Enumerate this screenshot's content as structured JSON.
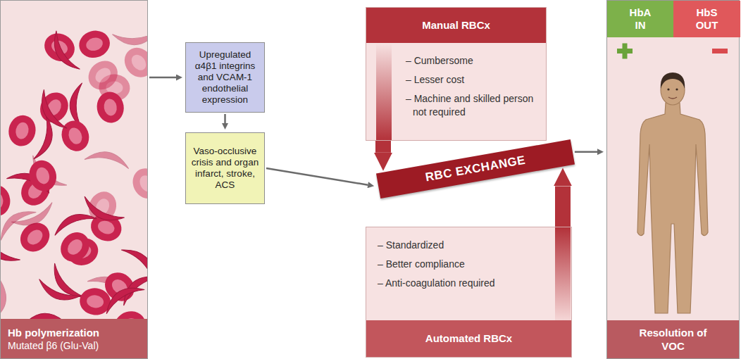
{
  "diagram": {
    "nodes": [
      {
        "text": [
          "Hb polymerization",
          "Mutated β6 (Glu-Val)"
        ]
      },
      {
        "text": [
          "Upregulated α4β1 integrins and VCAM-1 endothelial expression"
        ]
      },
      {
        "text": [
          "Vaso-occlusive crisis and organ infarct, stroke, ACS"
        ]
      },
      {
        "text": [
          "Manual RBCx",
          "– Cumbersome",
          "– Lesser cost",
          "– Machine and skilled person not required"
        ]
      },
      {
        "text": [
          "RBC EXCHANGE"
        ]
      },
      {
        "text": [
          "– Standardized",
          "– Better compliance",
          "– Anti-coagulation required",
          "Automated RBCx"
        ]
      },
      {
        "text": [
          "Resolution of VOC"
        ]
      },
      {
        "text": [
          "HbA IN"
        ],
        "in": 6
      },
      {
        "text": [
          "HbS OUT"
        ],
        "in": 6
      }
    ],
    "edges": [
      {
        "from": 0,
        "to": 1,
        "arrow": "to"
      },
      {
        "from": 1,
        "to": 2,
        "arrow": "to"
      },
      {
        "from": 2,
        "to": 4,
        "arrow": "to"
      },
      {
        "from": 3,
        "to": 4,
        "arrow": "to"
      },
      {
        "from": 5,
        "to": 4,
        "arrow": "to"
      },
      {
        "from": 4,
        "to": 6,
        "arrow": "to"
      }
    ]
  }
}
